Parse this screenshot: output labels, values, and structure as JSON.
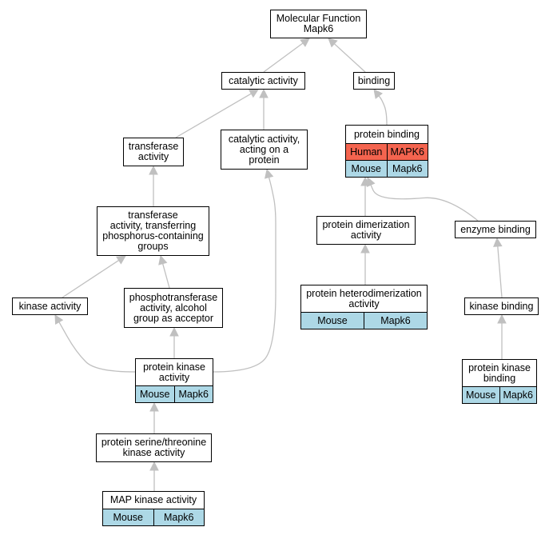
{
  "graph": {
    "colors": {
      "edge": "#c0c0c0",
      "mouse_row": "#add8e6",
      "human_row": "#f4644f"
    },
    "nodes": {
      "root": {
        "label": "Molecular Function\nMapk6"
      },
      "catalytic": {
        "label": "catalytic activity"
      },
      "binding": {
        "label": "binding"
      },
      "transferase": {
        "label": "transferase\nactivity"
      },
      "catalytic_protein": {
        "label": "catalytic activity,\nacting on a\nprotein"
      },
      "protein_binding": {
        "label": "protein binding",
        "rows": [
          {
            "species": "Human",
            "gene": "MAPK6",
            "color": "#f4644f"
          },
          {
            "species": "Mouse",
            "gene": "Mapk6",
            "color": "#add8e6"
          }
        ]
      },
      "transferase_phos": {
        "label": "transferase\nactivity, transferring\nphosphorus-containing\ngroups"
      },
      "dimerization": {
        "label": "protein dimerization\nactivity"
      },
      "enzyme_binding": {
        "label": "enzyme binding"
      },
      "kinase_activity": {
        "label": "kinase activity"
      },
      "phosphotransferase": {
        "label": "phosphotransferase\nactivity, alcohol\ngroup as acceptor"
      },
      "heterodimerization": {
        "label": "protein heterodimerization\nactivity",
        "rows": [
          {
            "species": "Mouse",
            "gene": "Mapk6",
            "color": "#add8e6"
          }
        ]
      },
      "kinase_binding": {
        "label": "kinase binding"
      },
      "protein_kinase": {
        "label": "protein kinase\nactivity",
        "rows": [
          {
            "species": "Mouse",
            "gene": "Mapk6",
            "color": "#add8e6"
          }
        ]
      },
      "protein_kinase_binding": {
        "label": "protein kinase\nbinding",
        "rows": [
          {
            "species": "Mouse",
            "gene": "Mapk6",
            "color": "#add8e6"
          }
        ]
      },
      "ser_thr_kinase": {
        "label": "protein serine/threonine\nkinase activity"
      },
      "map_kinase": {
        "label": "MAP kinase activity",
        "rows": [
          {
            "species": "Mouse",
            "gene": "Mapk6",
            "color": "#add8e6"
          }
        ]
      }
    },
    "edges": [
      {
        "from": "catalytic",
        "to": "root"
      },
      {
        "from": "binding",
        "to": "root"
      },
      {
        "from": "transferase",
        "to": "catalytic"
      },
      {
        "from": "catalytic_protein",
        "to": "catalytic"
      },
      {
        "from": "protein_binding",
        "to": "binding"
      },
      {
        "from": "transferase_phos",
        "to": "transferase"
      },
      {
        "from": "kinase_activity",
        "to": "transferase_phos"
      },
      {
        "from": "phosphotransferase",
        "to": "transferase_phos"
      },
      {
        "from": "protein_kinase",
        "to": "kinase_activity"
      },
      {
        "from": "protein_kinase",
        "to": "phosphotransferase"
      },
      {
        "from": "protein_kinase",
        "to": "catalytic_protein"
      },
      {
        "from": "ser_thr_kinase",
        "to": "protein_kinase"
      },
      {
        "from": "map_kinase",
        "to": "ser_thr_kinase"
      },
      {
        "from": "dimerization",
        "to": "protein_binding"
      },
      {
        "from": "enzyme_binding",
        "to": "protein_binding"
      },
      {
        "from": "heterodimerization",
        "to": "dimerization"
      },
      {
        "from": "kinase_binding",
        "to": "enzyme_binding"
      },
      {
        "from": "protein_kinase_binding",
        "to": "kinase_binding"
      }
    ]
  }
}
